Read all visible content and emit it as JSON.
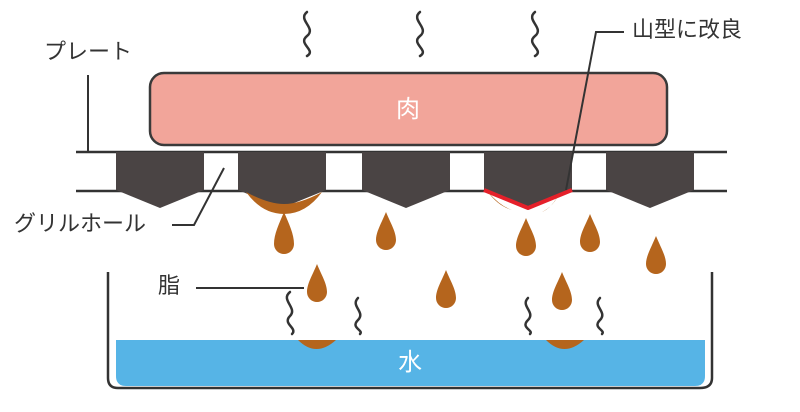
{
  "labels": {
    "plate": "プレート",
    "meat": "肉",
    "improved": "山型に改良",
    "grill_hole": "グリルホール",
    "fat": "脂",
    "water": "水"
  },
  "colors": {
    "meat_fill": "#f2a59a",
    "meat_stroke": "#3a3a3a",
    "plate_block": "#4a4444",
    "fat": "#b5651d",
    "water": "#56b4e6",
    "highlight": "#e5202a",
    "line": "#333333"
  },
  "icons": [
    "steam-icon",
    "fat-drop-icon"
  ]
}
